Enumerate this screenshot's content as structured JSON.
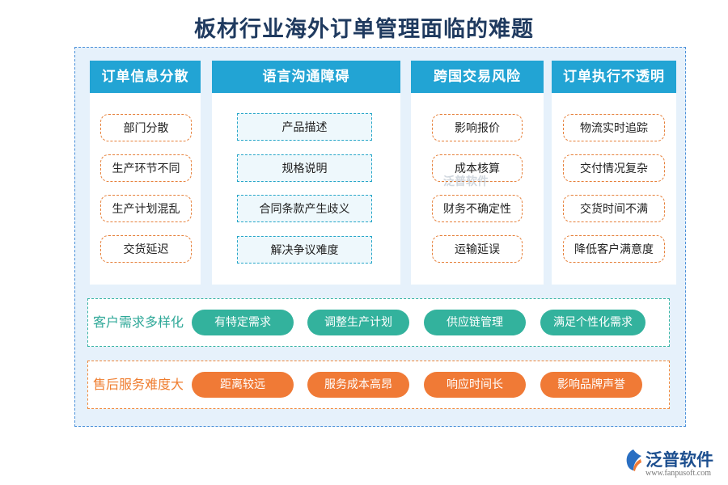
{
  "title": "板材行业海外订单管理面临的难题",
  "columns": [
    {
      "header": "订单信息分散",
      "items": [
        "部门分散",
        "生产环节不同",
        "生产计划混乱",
        "交货延迟"
      ]
    },
    {
      "header": "语言沟通障碍",
      "items": [
        "产品描述",
        "规格说明",
        "合同条款产生歧义",
        "解决争议难度"
      ]
    },
    {
      "header": "跨国交易风险",
      "items": [
        "影响报价",
        "成本核算",
        "财务不确定性",
        "运输延误"
      ]
    },
    {
      "header": "订单执行不透明",
      "items": [
        "物流实时追踪",
        "交付情况复杂",
        "交货时间不满",
        "降低客户满意度"
      ]
    }
  ],
  "bands": [
    {
      "label": "客户需求多样化",
      "items": [
        "有特定需求",
        "调整生产计划",
        "供应链管理",
        "满足个性化需求"
      ],
      "color": "#33b29d"
    },
    {
      "label": "售后服务难度大",
      "items": [
        "距离较远",
        "服务成本高昂",
        "响应时间长",
        "影响品牌声誉"
      ],
      "color": "#f07a36"
    }
  ],
  "watermark": "泛普软件",
  "logo": {
    "name": "泛普软件",
    "url": "www.fanpusoft.com",
    "icon": "fanpu-logo-icon"
  },
  "colors": {
    "header_bg": "#22a4d4",
    "frame_bg": "#e6f1fb",
    "title": "#1f3a5f",
    "orange_dash": "#e6803a",
    "teal_dash": "#26a6c8"
  }
}
